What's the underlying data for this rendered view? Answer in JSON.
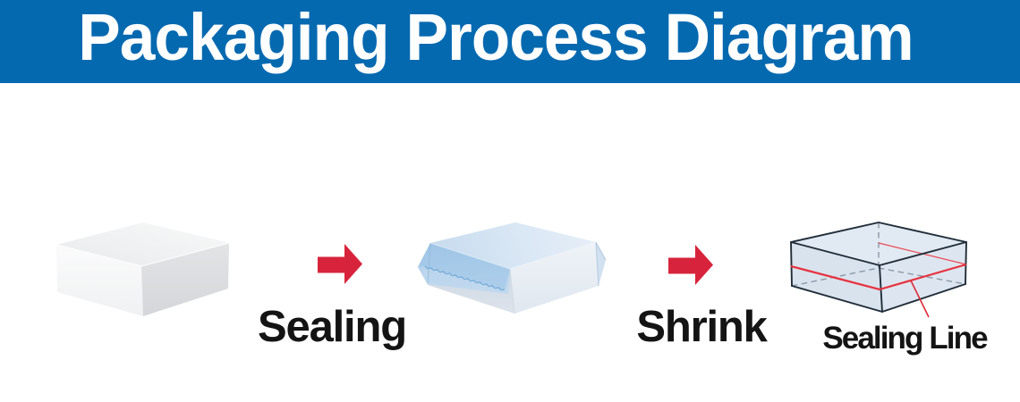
{
  "header": {
    "title": "Packaging Process Diagram"
  },
  "diagram": {
    "stages": [
      {
        "name": "product-box",
        "description": "plain product box"
      },
      {
        "name": "film-wrapped-box",
        "description": "box loosely wrapped in sealing film"
      },
      {
        "name": "shrink-wrapped-box",
        "description": "shrink-wrapped box with sealing line marked"
      }
    ],
    "steps": [
      {
        "label": "Sealing"
      },
      {
        "label": "Shrink"
      }
    ],
    "annotation": {
      "label": "Sealing Line"
    }
  },
  "colors": {
    "banner_blue": "#0569b0",
    "title_text": "#ffffff",
    "arrow_red": "#d7243c",
    "label_text": "#141414",
    "sealing_line_red": "#e6333f",
    "film_blue": "#a5c9e8",
    "wireframe_outline": "#1d2b38",
    "hidden_edge_gray": "#8796a4"
  }
}
